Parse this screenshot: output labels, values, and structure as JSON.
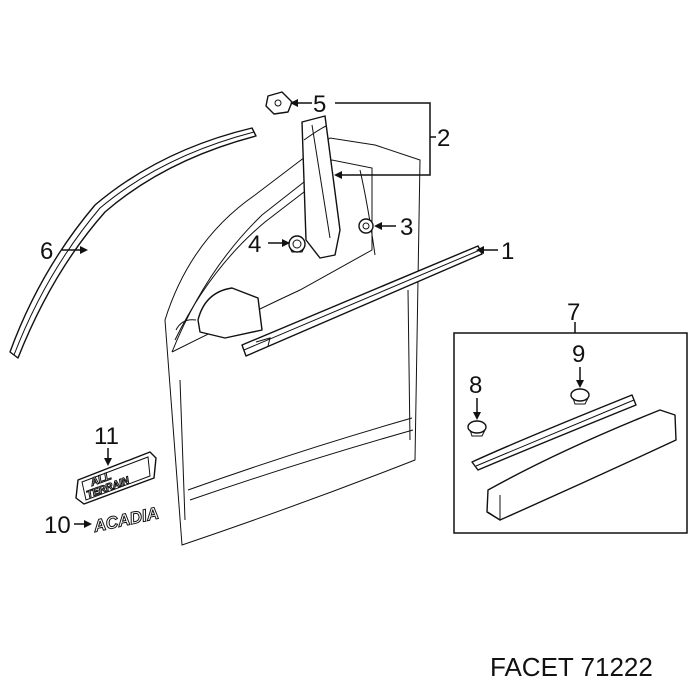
{
  "callouts": {
    "c1": "1",
    "c2": "2",
    "c3": "3",
    "c4": "4",
    "c5": "5",
    "c6": "6",
    "c7": "7",
    "c8": "8",
    "c9": "9",
    "c10": "10",
    "c11": "11"
  },
  "emblems": {
    "all_terrain_top": "ALL",
    "all_terrain_bottom": "TERRAIN",
    "acadia": "ACADIA"
  },
  "caption": "FACET 71222",
  "colors": {
    "ink": "#111111",
    "background": "#ffffff"
  }
}
